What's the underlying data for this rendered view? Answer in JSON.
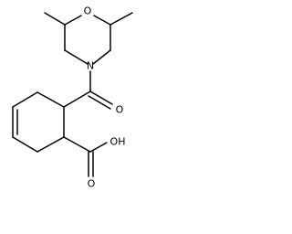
{
  "molecule": {
    "atoms": {
      "ring_oxygen": "O",
      "ring_nitrogen": "N",
      "carbonyl_oxygen": "O",
      "hydroxyl": "OH",
      "acid_oxygen": "O"
    }
  }
}
